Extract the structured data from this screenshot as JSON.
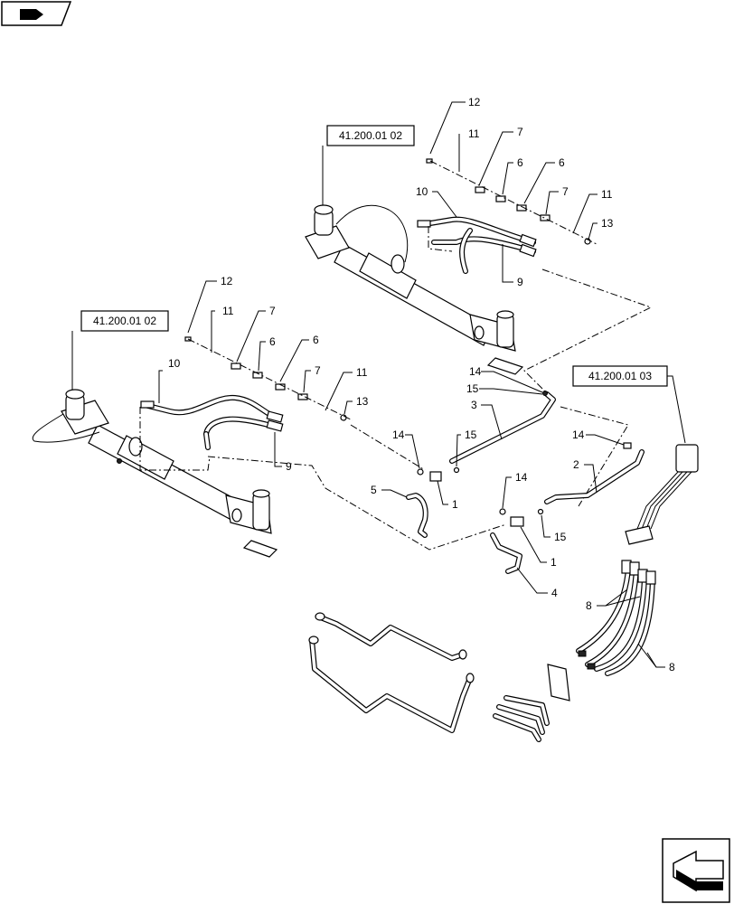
{
  "icons": {
    "top_left": "page-navigation-icon",
    "bottom_right": "next-page-arrow-icon"
  },
  "references": {
    "left_cylinder": "41.200.01 02",
    "right_cylinder": "41.200.01 02",
    "valve_harness": "41.200.01 03"
  },
  "callouts": {
    "upper": {
      "n12": "12",
      "n11a": "11",
      "n7a": "7",
      "n6a": "6",
      "n6b": "6",
      "n10": "10",
      "n7b": "7",
      "n11b": "11",
      "n13": "13",
      "n9": "9"
    },
    "lower": {
      "n12": "12",
      "n11a": "11",
      "n7a": "7",
      "n6a": "6",
      "n6b": "6",
      "n10": "10",
      "n7b": "7",
      "n11b": "11",
      "n13": "13",
      "n9": "9"
    },
    "center": {
      "n14a": "14",
      "n15a": "15",
      "n3": "3",
      "n14b": "14",
      "n15b": "15",
      "n5": "5",
      "n1a": "1",
      "n14c": "14",
      "n2": "2",
      "n14d": "14",
      "n15c": "15",
      "n1b": "1",
      "n4": "4",
      "n8a": "8",
      "n8b": "8"
    }
  }
}
